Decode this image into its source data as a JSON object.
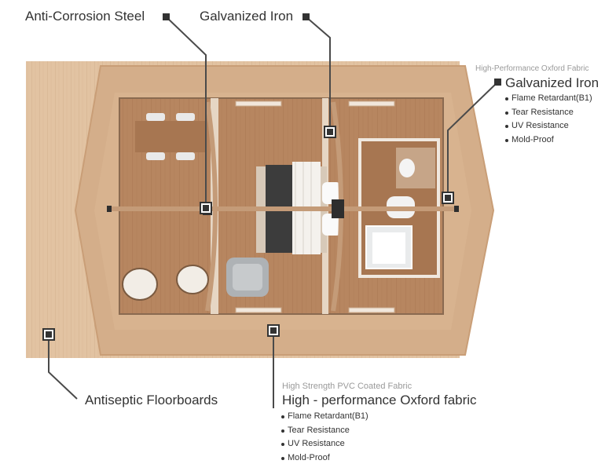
{
  "callouts": {
    "anti_corrosion": {
      "title": "Anti-Corrosion Steel"
    },
    "galvanized_top": {
      "title": "Galvanized Iron"
    },
    "galvanized_right": {
      "subtitle": "High-Performance Oxford Fabric",
      "title": "Galvanized Iron",
      "features": [
        "Flame Retardant(B1)",
        "Tear Resistance",
        "UV Resistance",
        "Mold-Proof"
      ]
    },
    "floorboards": {
      "title": "Antiseptic Floorboards"
    },
    "oxford_fabric": {
      "subtitle": "High Strength PVC Coated Fabric",
      "title": "High - performance Oxford fabric",
      "features": [
        "Flame Retardant(B1)",
        "Tear Resistance",
        "UV Resistance",
        "Mold-Proof"
      ]
    }
  },
  "colors": {
    "deck": "#e2c3a2",
    "canopy": "#d4ae8a",
    "canopy_edge": "#c99e77",
    "interior_floor": "#b78660",
    "frame": "#c49b78",
    "leader": "#4a4a4a",
    "text": "#333333",
    "subtext": "#9a9a9a"
  }
}
